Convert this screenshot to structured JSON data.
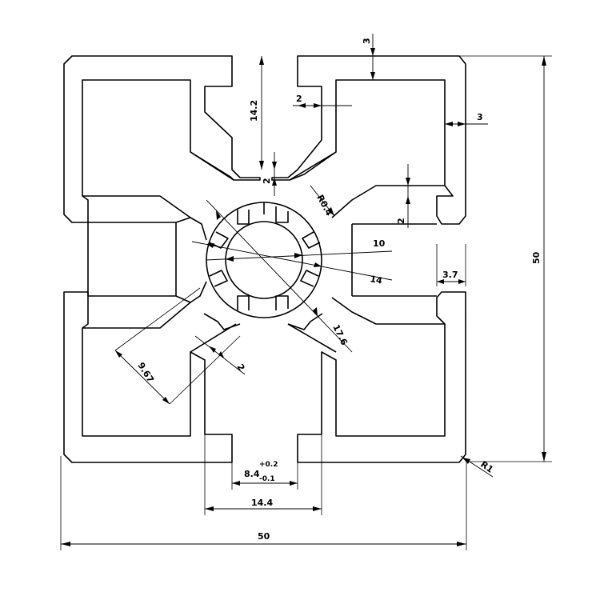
{
  "drawing": {
    "dimensions": {
      "width_total": "50",
      "height_total": "50",
      "slot_width": "8.4",
      "slot_tol_plus": "+0.2",
      "slot_tol_minus": "-0.1",
      "slot_outer": "14.4",
      "wall_top": "3",
      "wall_right": "3",
      "lip": "2",
      "slot_depth": "14.2",
      "web_thickness": "2",
      "core_wall": "2",
      "lip_right": "2",
      "tab_right": "3.7",
      "fillet_small": "R0.4",
      "fillet_corner": "R1",
      "bore_inner": "10",
      "bore_outer": "14",
      "core_diag": "17.6",
      "chamfer": "9.67",
      "web_lower": "2"
    }
  }
}
